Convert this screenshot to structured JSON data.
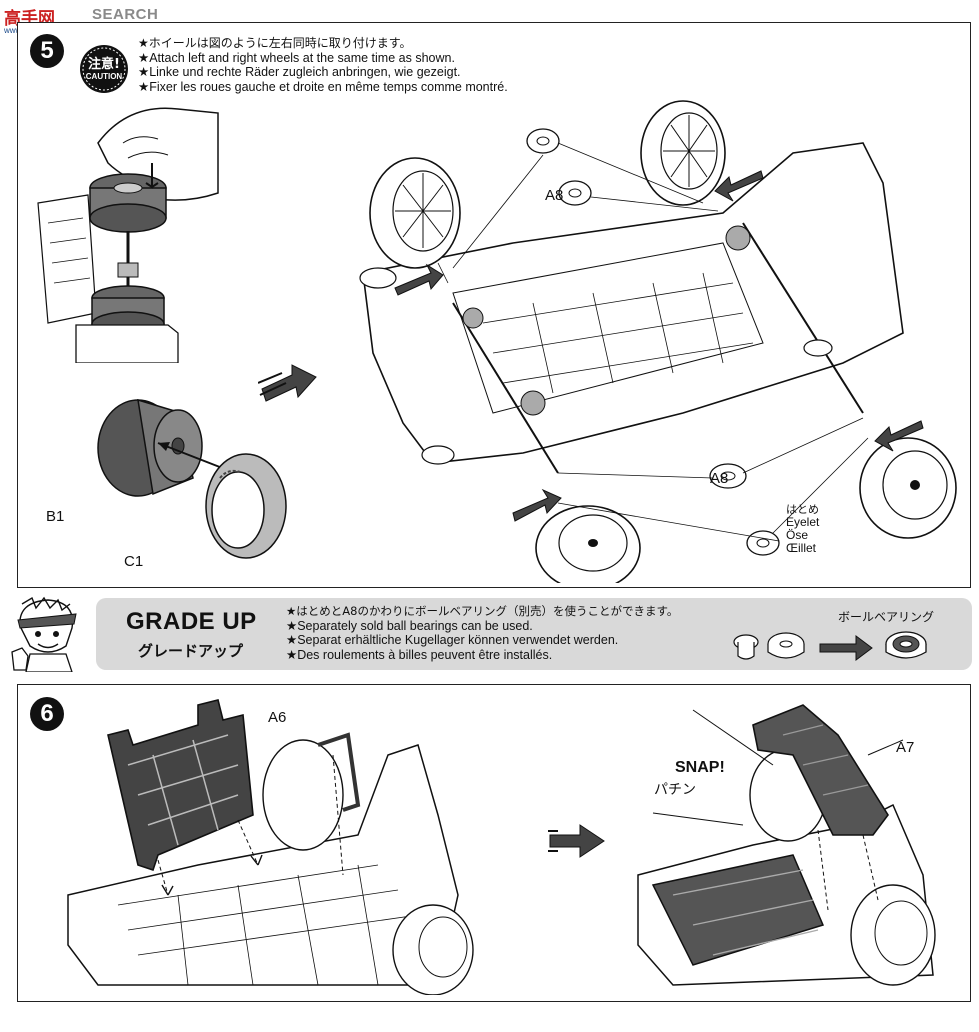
{
  "watermark": {
    "brand": "高手网",
    "search": "SEARCH",
    "url": "www.gaoshou.com"
  },
  "step5": {
    "number": "5",
    "caution_jp": "注意!",
    "caution_en": "CAUTION",
    "instructions": [
      "★ホイールは図のように左右同時に取り付けます。",
      "★Attach left and right wheels at the same time as shown.",
      "★Linke und rechte Räder zugleich anbringen, wie gezeigt.",
      "★Fixer les roues gauche et droite en même temps comme montré."
    ],
    "labels": {
      "a8_top": "A8",
      "a8_bottom": "A8",
      "b1": "B1",
      "c1": "C1"
    },
    "eyelet": [
      "はとめ",
      "Eyelet",
      "Öse",
      "Œillet"
    ]
  },
  "grade_up": {
    "title": "GRADE UP",
    "title_jp": "グレードアップ",
    "instructions": [
      "★はとめとA8のかわりにボールベアリング（別売）を使うことができます。",
      "★Separately sold ball bearings can be used.",
      "★Separat erhältliche Kugellager können verwendet werden.",
      "★Des roulements à billes peuvent être installés."
    ],
    "ball_bearing_label": "ボールベアリング"
  },
  "step6": {
    "number": "6",
    "labels": {
      "a6": "A6",
      "a7": "A7",
      "snap": "SNAP!",
      "snap_jp": "パチン"
    }
  },
  "colors": {
    "ink": "#111111",
    "grade_bg": "#d9d9d9",
    "part_dark": "#444444",
    "part_mid": "#8a8a8a",
    "watermark_red": "#cc2222",
    "watermark_blue": "#1a4a8a"
  }
}
